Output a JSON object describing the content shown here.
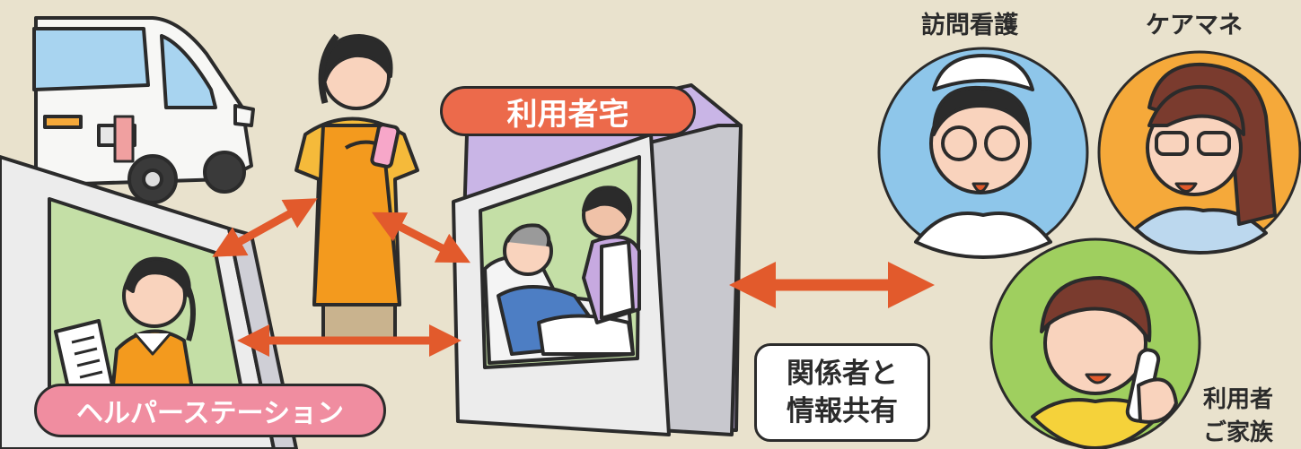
{
  "labels": {
    "home": "利用者宅",
    "station": "ヘルパーステーション",
    "share_line1": "関係者と",
    "share_line2": "情報共有",
    "nurse": "訪問看護",
    "caremanager": "ケアマネ",
    "family_line1": "利用者",
    "family_line2": "ご家族"
  },
  "colors": {
    "background": "#e9e2cd",
    "arrow": "#e25a2c",
    "home_pill": "#ec6a4b",
    "station_pill": "#f08da0",
    "nurse_circle": "#8ec6ea",
    "caremanager_circle": "#f5a93a",
    "family_circle": "#9fcf5f",
    "apron": "#f39a1e"
  }
}
